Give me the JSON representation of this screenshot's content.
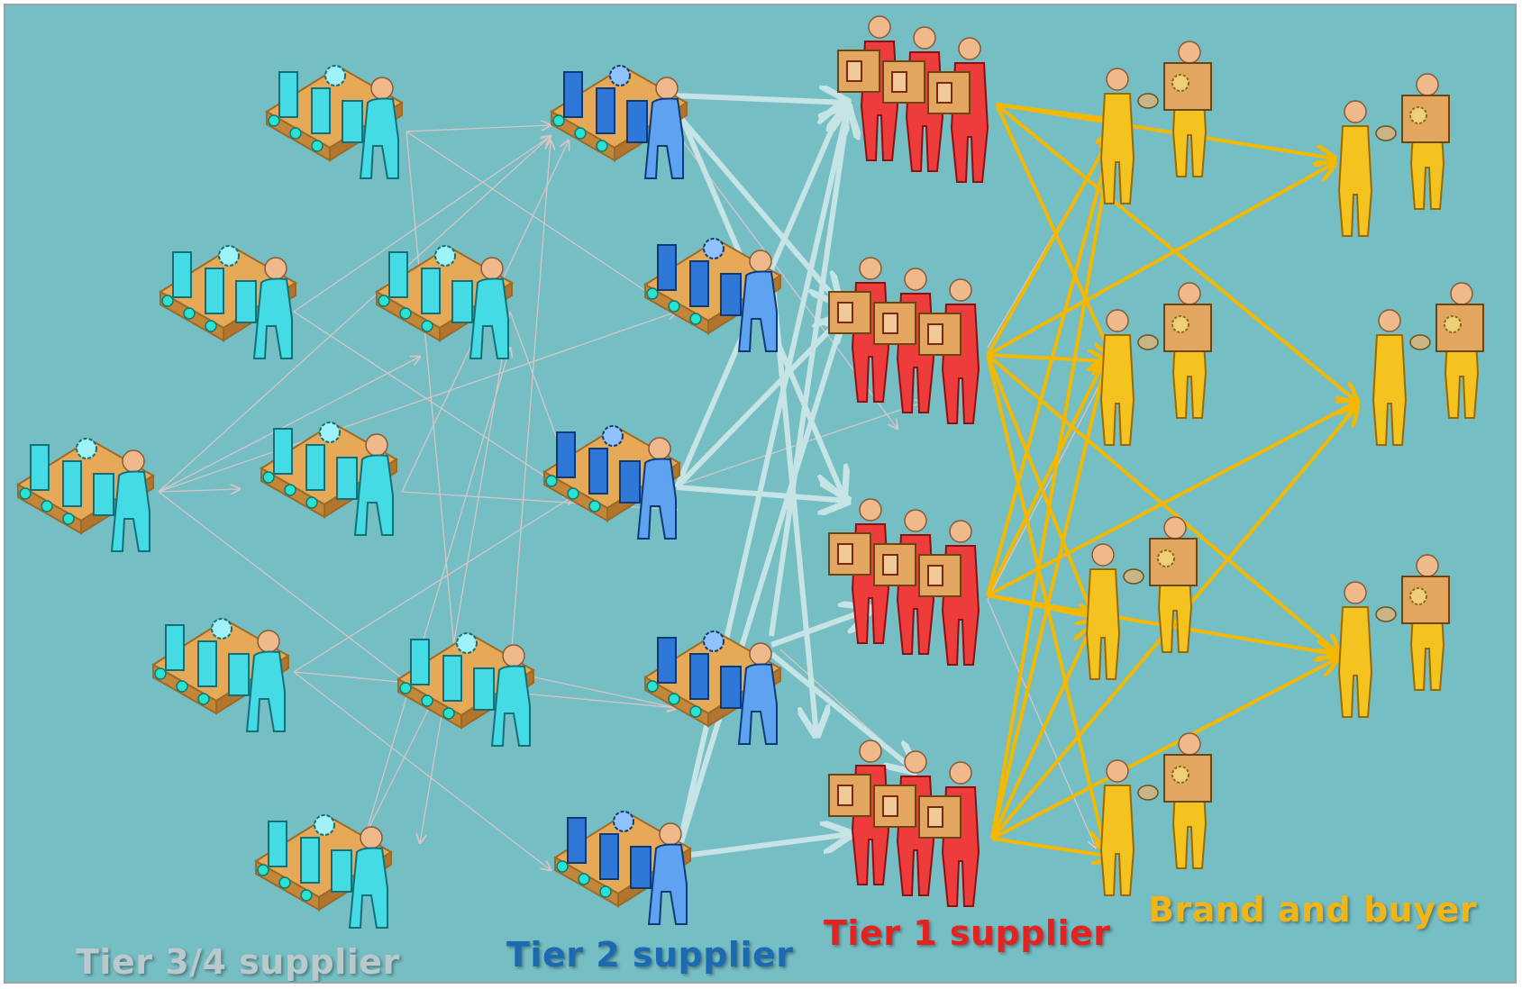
{
  "labels": {
    "tier34": "Tier 3/4 supplier",
    "tier2": "Tier 2 supplier",
    "tier1": "Tier 1 supplier",
    "brand": "Brand and buyer"
  },
  "colors": {
    "background": "#75bec4",
    "tier34": "#3fd3de",
    "tier2": "#2f78d8",
    "tier1": "#ee3c3c",
    "brand": "#f5c320",
    "thin_arrow": "#d7c6c6",
    "mid_arrow": "#c6e3e6",
    "gold_arrow": "#f5b800"
  },
  "icons": {
    "supplier": "conveyor-worker-icon",
    "tier1": "box-carrier-icon",
    "brand": "buyer-icon"
  }
}
